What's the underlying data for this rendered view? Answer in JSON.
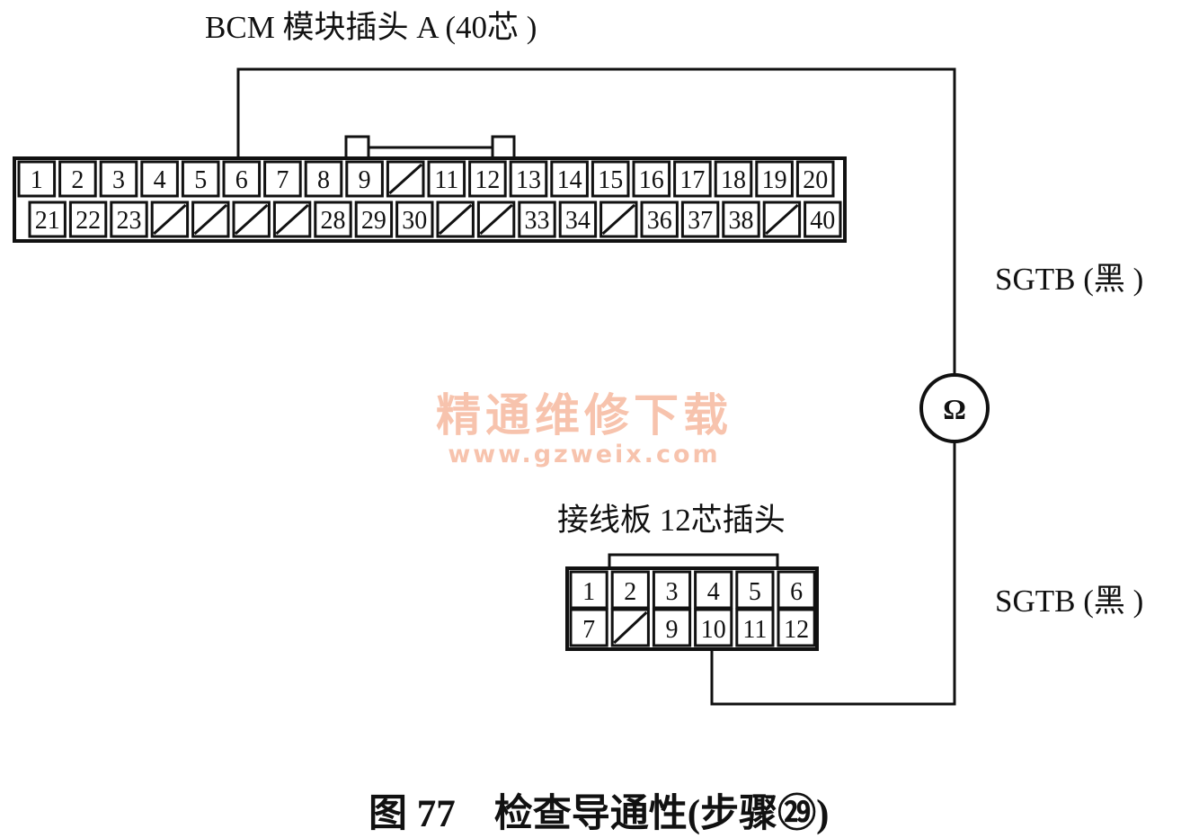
{
  "figure": {
    "caption": "图 77　检查导通性(步骤㉙)"
  },
  "bcm_connector": {
    "title": "BCM 模块插头 A (40芯 )",
    "row1": [
      "1",
      "2",
      "3",
      "4",
      "5",
      "6",
      "7",
      "8",
      "9",
      "",
      "11",
      "12",
      "13",
      "14",
      "15",
      "16",
      "17",
      "18",
      "19",
      "20"
    ],
    "row2": [
      "21",
      "22",
      "23",
      "",
      "",
      "",
      "",
      "28",
      "29",
      "30",
      "",
      "",
      "33",
      "34",
      "",
      "36",
      "37",
      "38",
      "",
      "40"
    ],
    "probe_pin": "6"
  },
  "junction_connector": {
    "title": "接线板 12芯插头",
    "row1": [
      "1",
      "2",
      "3",
      "4",
      "5",
      "6"
    ],
    "row2": [
      "7",
      "",
      "9",
      "10",
      "11",
      "12"
    ],
    "probe_pin": "10"
  },
  "meter": {
    "symbol": "Ω"
  },
  "wires": {
    "top_label": "SGTB (黑 )",
    "bottom_label": "SGTB (黑 )"
  },
  "watermark": {
    "text": "精通维修下载",
    "url": "www.gzweix.com"
  },
  "colors": {
    "line": "#111111",
    "watermark": "#f7c3ad"
  }
}
